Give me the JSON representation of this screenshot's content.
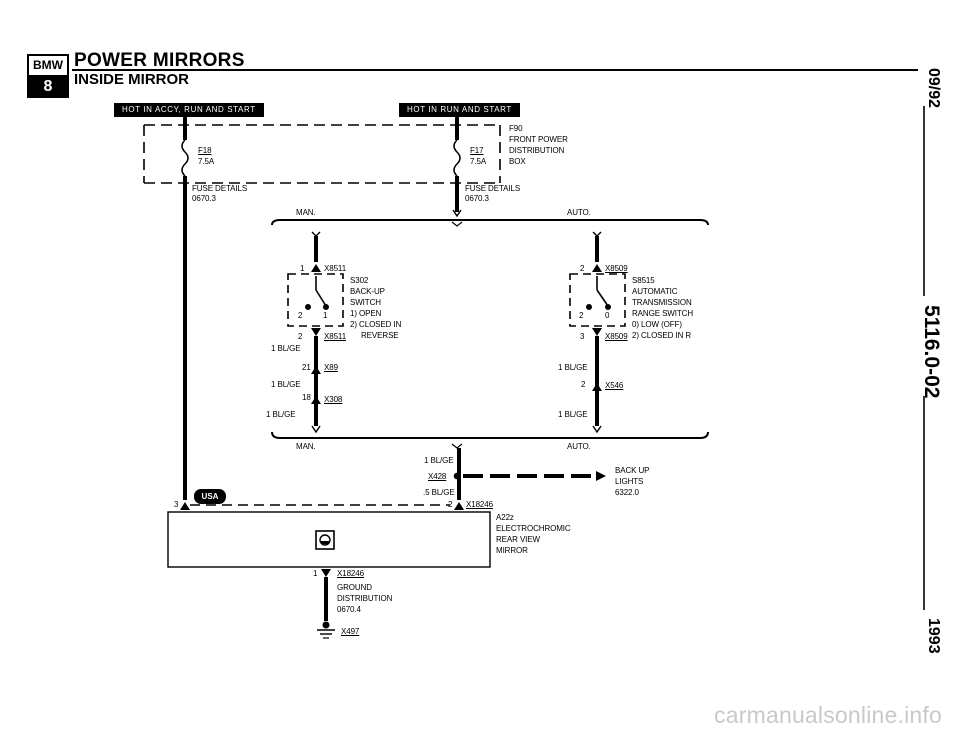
{
  "header": {
    "logo_top": "BMW",
    "logo_bottom": "8",
    "title": "POWER MIRRORS",
    "subtitle": "INSIDE MIRROR"
  },
  "side_text": {
    "date": "09/92",
    "code": "5116.0-02",
    "year": "1993"
  },
  "watermark": "carmanualsonline.info",
  "hot_bars": {
    "left": "HOT IN ACCY, RUN AND START",
    "right": "HOT IN RUN AND START"
  },
  "fuse_box": {
    "id": "F90",
    "line1": "FRONT POWER",
    "line2": "DISTRIBUTION",
    "line3": "BOX",
    "fuse_left_name": "F18",
    "fuse_left_rating": "7.5A",
    "fuse_right_name": "F17",
    "fuse_right_rating": "7.5A",
    "fuse_details": "FUSE DETAILS",
    "fuse_details_ref_left": "0670.3",
    "fuse_details_ref_right": "0670.3"
  },
  "branch_labels": {
    "man_top": "MAN.",
    "auto_top": "AUTO.",
    "man_bottom": "MAN.",
    "auto_bottom": "AUTO."
  },
  "man_switch": {
    "conn_top_pin": "1",
    "conn_top": "X8511",
    "id": "S302",
    "line1": "BACK-UP",
    "line2": "SWITCH",
    "pos1": "1)  OPEN",
    "pos2": "2)  CLOSED IN",
    "pos2b": "REVERSE",
    "inner_left": "2",
    "inner_right": "1",
    "conn_bottom_pin": "2",
    "conn_bottom": "X8511",
    "wire1": "1 BL/GE",
    "pin21": "21",
    "x89": "X89",
    "wire2": "1 BL/GE",
    "pin18": "18",
    "x308": "X308",
    "wire3": "1 BL/GE"
  },
  "auto_switch": {
    "conn_top_pin": "2",
    "conn_top": "X8509",
    "id": "S8515",
    "line1": "AUTOMATIC",
    "line2": "TRANSMISSION",
    "line3": "RANGE SWITCH",
    "pos0": "0)  LOW (OFF)",
    "pos2": "2)  CLOSED IN R",
    "inner_left": "2",
    "inner_right": "0",
    "conn_bottom_pin": "3",
    "conn_bottom": "X8509",
    "wire1": "1 BL/GE",
    "pin2": "2",
    "x546": "X546",
    "wire2": "1 BL/GE"
  },
  "junction": {
    "wire_top": "1 BL/GE",
    "x428": "X428",
    "wire_bottom": ".5 BL/GE",
    "pin": "2",
    "conn": "X18246",
    "backup_1": "BACK UP",
    "backup_2": "LIGHTS",
    "backup_3": "6322.0"
  },
  "mirror": {
    "left_pin": "3",
    "usa": "USA",
    "id": "A22z",
    "line1": "ELECTROCHROMIC",
    "line2": "REAR VIEW",
    "line3": "MIRROR"
  },
  "ground": {
    "pin": "1",
    "conn": "X18246",
    "line1": "GROUND",
    "line2": "DISTRIBUTION",
    "ref": "0670.4",
    "point": "X497"
  }
}
